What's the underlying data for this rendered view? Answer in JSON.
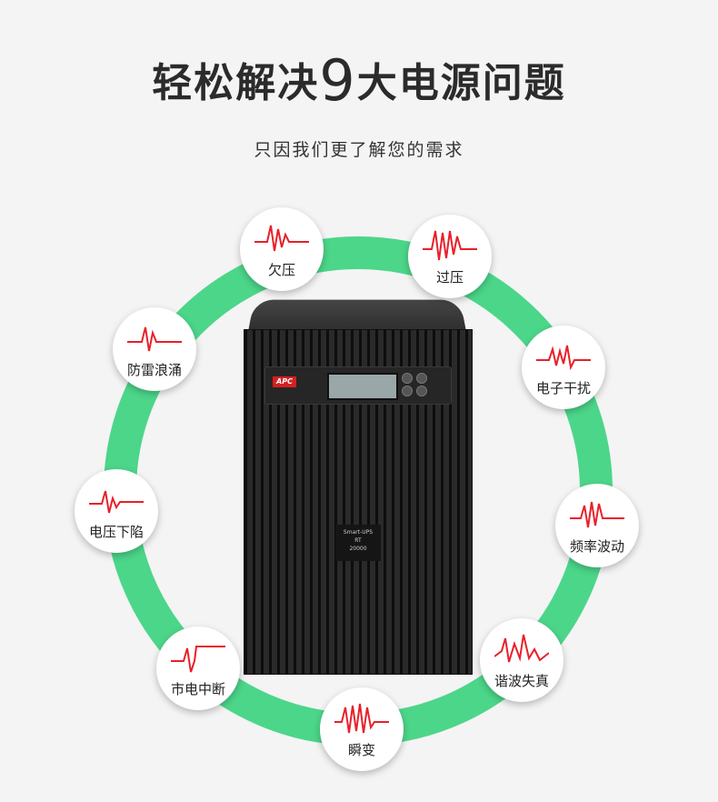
{
  "header": {
    "title_pre": "轻松解决",
    "title_num": "9",
    "title_post": "大电源问题",
    "subtitle": "只因我们更了解您的需求"
  },
  "colors": {
    "ring": "#4cd68a",
    "wave": "#e8202a",
    "node_bg": "#ffffff"
  },
  "problems": [
    {
      "label": "欠压"
    },
    {
      "label": "过压"
    },
    {
      "label": "电子干扰"
    },
    {
      "label": "频率波动"
    },
    {
      "label": "谐波失真"
    },
    {
      "label": "瞬变"
    },
    {
      "label": "市电中断"
    },
    {
      "label": "电压下陷"
    },
    {
      "label": "防雷浪涌"
    }
  ],
  "product": {
    "brand": "APC",
    "model_line1": "Smart-UPS",
    "model_line2": "RT",
    "model_line3": "20000"
  }
}
